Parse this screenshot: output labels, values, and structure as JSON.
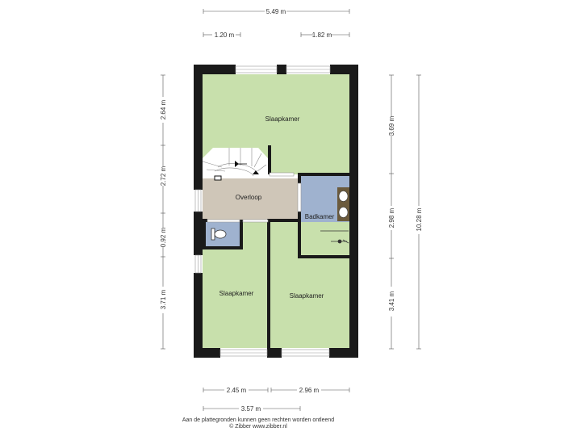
{
  "colors": {
    "bedroom": "#c8e0ac",
    "landing": "#cfc6b8",
    "bathroom": "#9fb2cf",
    "toilet": "#9fb2cf",
    "wall": "#1a1a1a",
    "dimension_line": "#555555"
  },
  "rooms": {
    "bedroom_top": "Slaapkamer",
    "landing": "Overloop",
    "bathroom": "Badkamer",
    "bedroom_bottom_left": "Slaapkamer",
    "bedroom_bottom_right": "Slaapkamer"
  },
  "dimensions": {
    "top_total": "5.49 m",
    "top_left": "1.20 m",
    "top_right": "1.82 m",
    "left_1": "2.64 m",
    "left_2": "2.72 m",
    "left_3": "0.92 m",
    "left_4": "3.71 m",
    "right_inner_1": "3.69 m",
    "right_inner_2": "2.98 m",
    "right_inner_3": "3.41 m",
    "right_outer": "10.28 m",
    "bottom_left": "2.45 m",
    "bottom_right": "2.96 m",
    "bottom_total": "3.57 m"
  },
  "icons": [
    "stair-icon",
    "toilet-icon",
    "double-sink-icon",
    "shower-icon"
  ],
  "footer": {
    "disclaimer": "Aan de plattegronden kunnen geen rechten worden ontleend",
    "copyright": "© Zibber www.zibber.nl"
  }
}
